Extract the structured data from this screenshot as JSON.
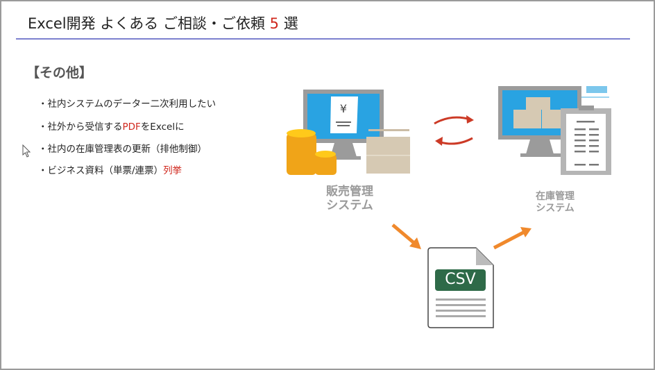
{
  "slide": {
    "title_prefix": "Excel開発 よくある ご相談・ご依頼",
    "title_number": "5",
    "title_suffix": "選",
    "heading": "【その他】",
    "bullets": [
      {
        "text": "・社内システムのデーター二次利用したい"
      },
      {
        "pre": "・社外から受信する",
        "highlight": "PDF",
        "post": "をExcelに"
      },
      {
        "text": "・社内の在庫管理表の更新（排他制御）"
      },
      {
        "pre": "・ビジネス資料（単票/連票）",
        "highlight": "列挙"
      }
    ]
  },
  "diagram": {
    "sales_system": {
      "line1": "販売管理",
      "line2": "システム"
    },
    "inventory_system": {
      "line1": "在庫管理",
      "line2": "システム"
    },
    "file_label": "CSV",
    "currency_symbol": "¥"
  },
  "colors": {
    "accent_red": "#d0281e",
    "rule": "#7c80cf",
    "screen_blue": "#29a3e2",
    "arrow_orange": "#f0892c",
    "csv_green": "#2e6a48"
  }
}
